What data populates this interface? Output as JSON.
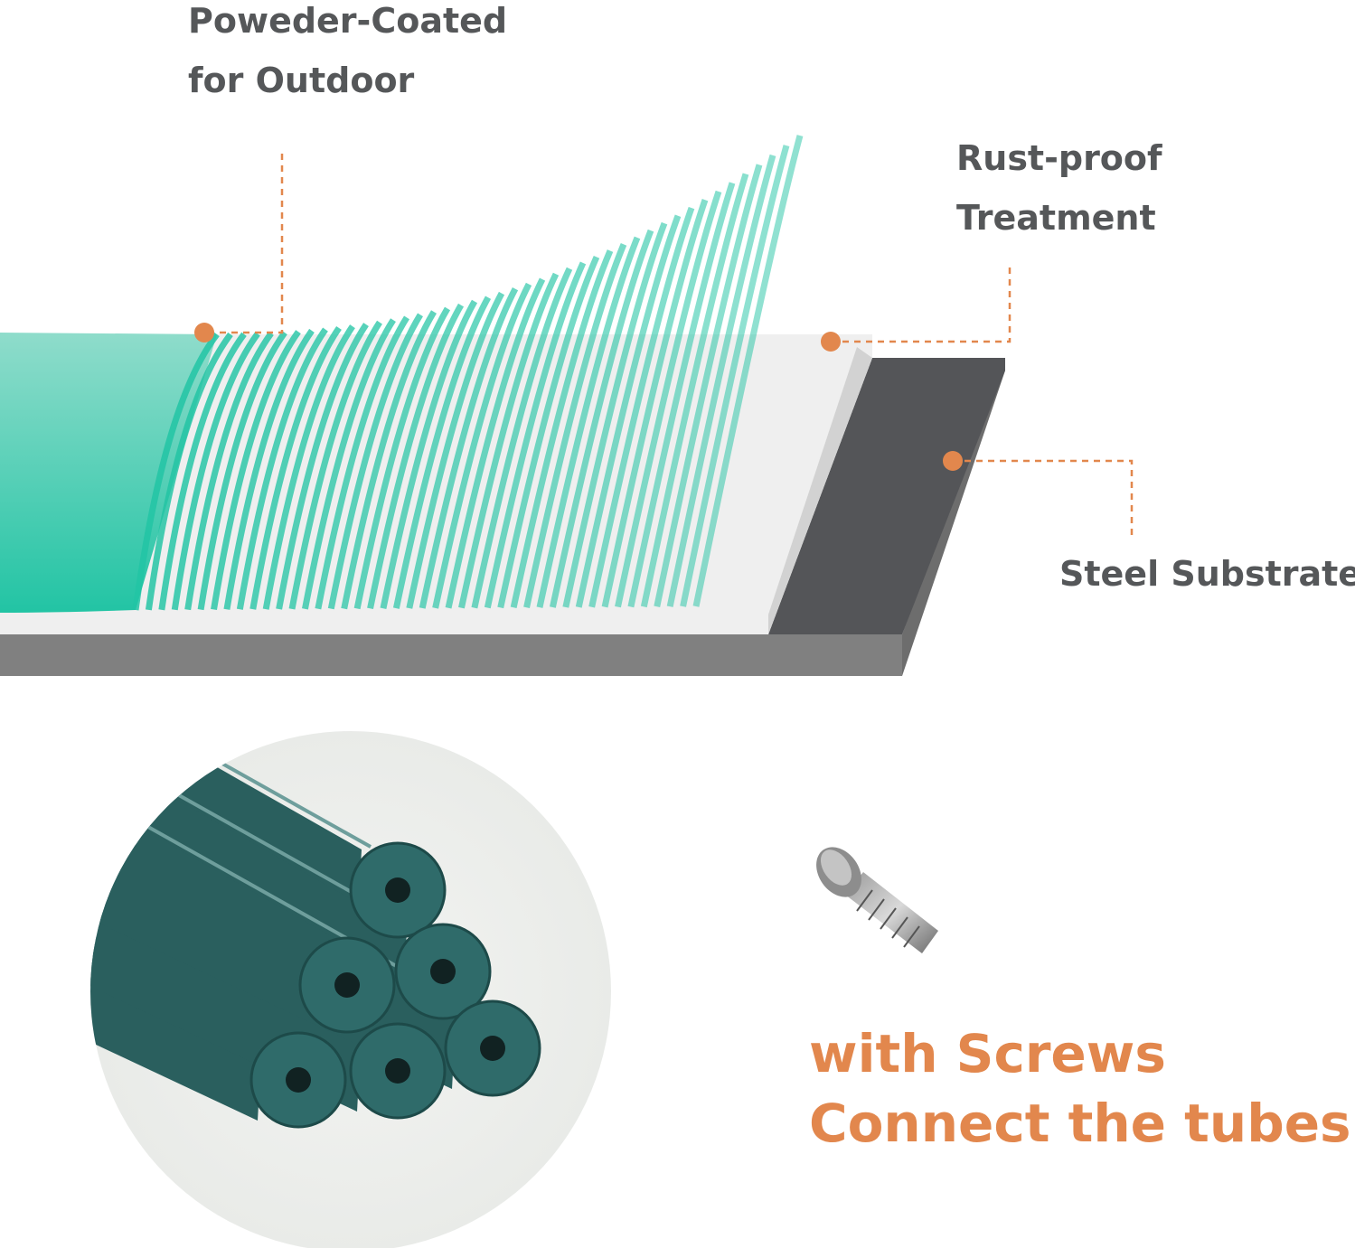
{
  "labels": {
    "coating": [
      "Poweder-Coated",
      "for Outdoor"
    ],
    "rustproof": [
      "Rust-proof",
      "Treatment"
    ],
    "substrate": "Steel Substrate"
  },
  "caption": [
    "with Screws",
    "Connect the tubes"
  ],
  "colors": {
    "teal": "#2ec4a6",
    "accent": "#e2874d",
    "label": "#555759",
    "steel": "#545558",
    "base": "#808080",
    "tube": "#2f6b6a"
  }
}
